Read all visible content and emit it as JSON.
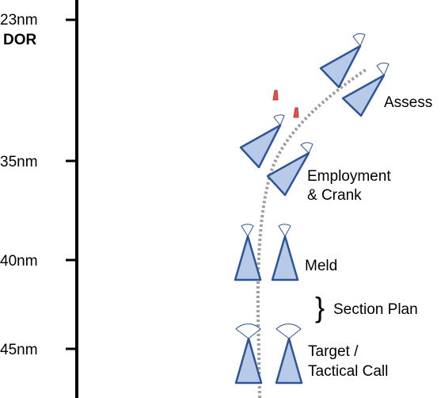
{
  "scale": {
    "ticks": [
      "23nm",
      "35nm",
      "40nm",
      "45nm"
    ],
    "dor_label": "DOR"
  },
  "labels": {
    "assess": "Assess",
    "employment_line1": "Employment",
    "employment_line2": "& Crank",
    "meld": "Meld",
    "section_brace": "}",
    "section_plan": "Section Plan",
    "target_line1": "Target /",
    "target_line2": "Tactical Call"
  },
  "colors": {
    "jet_fill": "#b7cbe8",
    "jet_stroke": "#2f5597",
    "path": "#9e9e9e",
    "threat": "#e84e4e",
    "axis": "#000000"
  }
}
